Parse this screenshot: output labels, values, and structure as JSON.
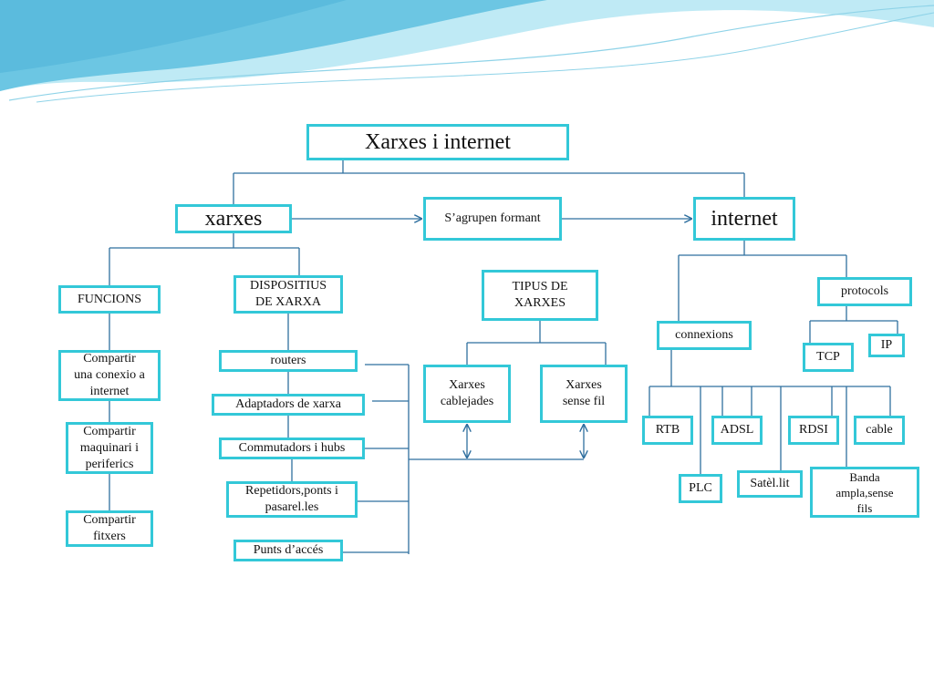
{
  "colors": {
    "box_border": "#33c8d8",
    "connector": "#2f6f9f",
    "wave_light": "#bfeaf5",
    "wave_dark": "#6cc6e3"
  },
  "title": "Xarxes i internet",
  "xarxes": "xarxes",
  "internet": "internet",
  "sagrupen": "S’agrupen formant",
  "funcions": "FUNCIONS",
  "dispositius": "DISPOSITIUS\nDE  XARXA",
  "tipus": "TIPUS DE\nXARXES",
  "protocols": "protocols",
  "connexions": "connexions",
  "tcp": "TCP",
  "ip": "IP",
  "f1": "Compartir\nuna conexio a\ninternet",
  "f2": "Compartir\nmaquinari i\nperiferics",
  "f3": "Compartir\nfitxers",
  "routers": "routers",
  "adaptadors": "Adaptadors de xarxa",
  "commutadors": "Commutadors i hubs",
  "repetidors": "Repetidors,ponts i\npasarel.les",
  "punts": "Punts d’accés",
  "cablejades": "Xarxes\ncablejades",
  "sensefil": "Xarxes\nsense fil",
  "rtb": "RTB",
  "adsl": "ADSL",
  "rdsi": "RDSI",
  "cable": "cable",
  "plc": "PLC",
  "satelit": "Satèl.lit",
  "banda": "Banda\nampla,sense\nfils"
}
